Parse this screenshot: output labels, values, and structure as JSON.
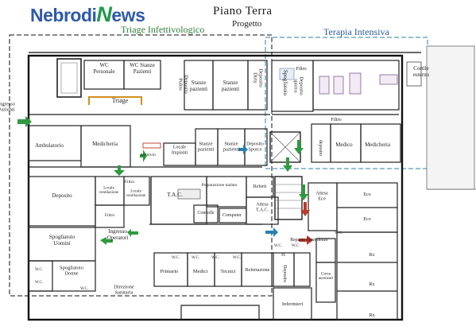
{
  "logo": {
    "part1": "Nebrodi",
    "part2": "N",
    "part3": "ews"
  },
  "header": {
    "title": "Piano Terra",
    "subtitle": "Progetto",
    "zone_left": "Triage Infettivologico",
    "zone_right": "Terapia Intensiva"
  },
  "rooms": {
    "wc_personale": [
      "WC",
      "Personale"
    ],
    "wc_stanze_pazienti": [
      "WC Stanze",
      "Pazienti"
    ],
    "triage": [
      "Triage"
    ],
    "deposito_pulito": [
      "Deposito",
      "Pulito"
    ],
    "stanze_pazienti_1": [
      "Stanze",
      "pazienti"
    ],
    "stanze_pazienti_2": [
      "Stanze",
      "pazienti"
    ],
    "deposito_dirty": [
      "Deposito",
      "Dirty"
    ],
    "spogliatoio": [
      "Spogliatoio"
    ],
    "deposito_sporco_top": [
      "Deposito",
      "sporco"
    ],
    "filtro_top": [
      "Filtro"
    ],
    "cortile_esterno": [
      "Cortile",
      "esterno"
    ],
    "ingresso_pazienti": [
      "Ingresso",
      "Pazienti"
    ],
    "ambulatorio": [
      "Ambulatorio"
    ],
    "medicheria_left": [
      "Medicheria"
    ],
    "filtro_mid": [
      "Filtro"
    ],
    "archivio": [
      "Archivio"
    ],
    "locale_impianti": [
      "Locale",
      "Impianti"
    ],
    "stanze_pazienti_3": [
      "Stanze",
      "pazienti"
    ],
    "stanze_pazienti_4": [
      "Stanze",
      "pazienti"
    ],
    "deposito_sporco_mid": [
      "Deposito",
      "Sporco"
    ],
    "deposito_right": [
      "deposito"
    ],
    "medico": [
      "Medico"
    ],
    "medicheria_right": [
      "Medicheria"
    ],
    "deposito_left": [
      "Deposito"
    ],
    "locale_ventilazione_1": [
      "Locale",
      "ventilazione"
    ],
    "locale_ventilazione_2": [
      "Locale",
      "ventilazione"
    ],
    "filtro_a": [
      "Filtro"
    ],
    "filtro_b": [
      "Filtro"
    ],
    "tac": [
      "T.A.C."
    ],
    "preparazione_malato": [
      "Preparazione malato"
    ],
    "refertazione_top": [
      "Referti"
    ],
    "consolle": [
      "Consolle"
    ],
    "computer": [
      "Computer"
    ],
    "attesa_tac": [
      "Attesa",
      "T.A.C."
    ],
    "attesa_eco": [
      "Attesa",
      "Eco"
    ],
    "eco_1": [
      "Eco"
    ],
    "eco_2": [
      "Eco"
    ],
    "ingresso_operatori": [
      "Ingresso",
      "Operatori"
    ],
    "spogliatoio_uomini": [
      "Spogliatoio",
      "Uomini"
    ],
    "spogliatoio_donne": [
      "Spogliatoio",
      "Donne"
    ],
    "wc_a": [
      "W.C."
    ],
    "wc_b": [
      "W.C."
    ],
    "wc_c": [
      "W.C."
    ],
    "wc_d": [
      "W.C."
    ],
    "wc_e": [
      "W.C."
    ],
    "wc_f": [
      "W.C."
    ],
    "wc_g": [
      "W.C."
    ],
    "wc_h": [
      "W.C."
    ],
    "wc_i": [
      "W.C."
    ],
    "wc_j": [
      "W.C."
    ],
    "direzione_sanitaria": [
      "Direzione",
      "Sanitaria"
    ],
    "primario": [
      "Primario"
    ],
    "medici": [
      "Medici"
    ],
    "tecnici": [
      "Tecnici"
    ],
    "refertazione": [
      "Refertazione"
    ],
    "h": [
      "H."
    ],
    "deposito_vertical": [
      "Deposito"
    ],
    "infermieri": [
      "Infermieri"
    ],
    "reparto_dipendenze": [
      "Reparto dipendenze"
    ],
    "corsa_ascensori": [
      "Corsa",
      "ascensori"
    ],
    "rx_1": [
      "Rx"
    ],
    "rx_2": [
      "Rx"
    ],
    "rx_3": [
      "Rx"
    ]
  }
}
